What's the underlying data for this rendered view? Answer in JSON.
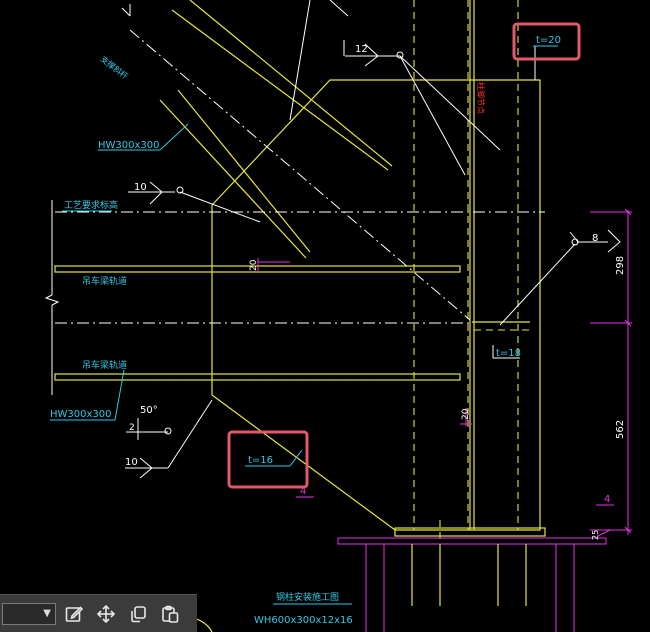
{
  "drawing": {
    "labels": {
      "weld12": "12",
      "weld10_top": "10",
      "weld10_bottom": "10",
      "weld8": "8",
      "t20": "t=20",
      "t18": "t=18",
      "t16": "t=16",
      "hw_top": "HW300x300",
      "hw_left": "HW300x300",
      "level_text": "工艺要求标高",
      "beam_text_1": "吊车梁轨道",
      "beam_text_2": "吊车梁轨道",
      "brace_text": "支撑斜杆",
      "red_note": "柱脚节点",
      "dim_20a": "20",
      "dim_20b": "20",
      "dim_298": "298",
      "dim_562": "562",
      "dim_25": "25",
      "angle_50": "50°",
      "angle_2": "2",
      "four_a": "4",
      "four_b": "4",
      "column_title": "钢柱安装施工图",
      "column_spec": "WH600x300x12x16"
    },
    "colors": {
      "yellow": "#e6e63c",
      "cyan": "#32c8e6",
      "white": "#ffffff",
      "magenta": "#e632e6",
      "highlight": "#e05a6a"
    }
  },
  "toolbar": {
    "icons": [
      "edit-icon",
      "move-icon",
      "copy-icon",
      "paste-icon"
    ]
  }
}
